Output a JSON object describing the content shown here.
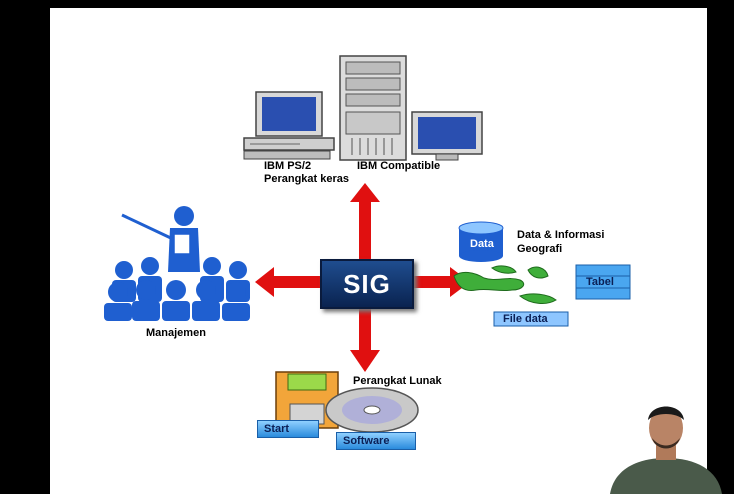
{
  "center": {
    "label": "SIG"
  },
  "hardware": {
    "line1": "IBM PS/2",
    "line2": "IBM Compatible",
    "line3": "Perangkat keras"
  },
  "data": {
    "db_label": "Data",
    "title_line1": "Data & Informasi",
    "title_line2": "Geografi",
    "table_label": "Tabel",
    "file_label": "File data"
  },
  "management": {
    "label": "Manajemen"
  },
  "software": {
    "title": "Perangkat Lunak",
    "start_label": "Start",
    "software_label": "Software"
  },
  "colors": {
    "arrow": "#e01010",
    "sig_box": "#0a2350",
    "people": "#1f5fd0",
    "tag": "#4aa6f0"
  }
}
